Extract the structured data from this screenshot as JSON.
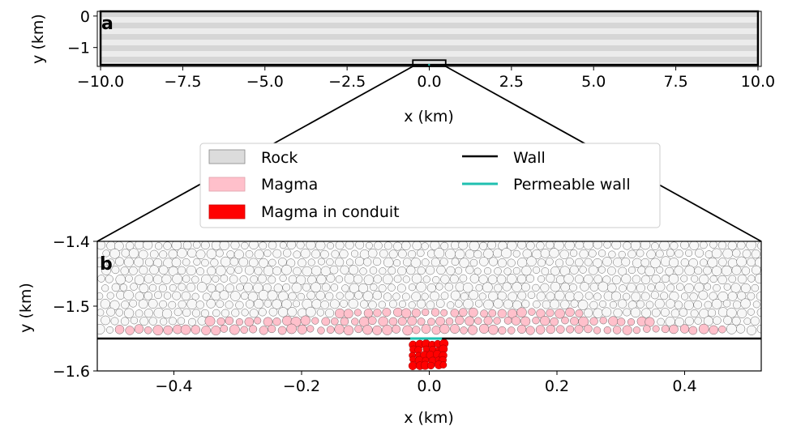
{
  "chart_data": [
    {
      "panel_label": "a",
      "type": "scatter",
      "xlabel": "x (km)",
      "ylabel": "y (km)",
      "xlim": [
        -10.1,
        10.1
      ],
      "ylim": [
        -1.6,
        0.15
      ],
      "xticks": [
        -10.0,
        -7.5,
        -5.0,
        -2.5,
        0.0,
        2.5,
        5.0,
        7.5,
        10.0
      ],
      "xtick_labels": [
        "−10.0",
        "−7.5",
        "−5.0",
        "−2.5",
        "0.0",
        "2.5",
        "5.0",
        "7.5",
        "10.0"
      ],
      "yticks": [
        0,
        -1
      ],
      "ytick_labels": [
        "0",
        "−1"
      ],
      "domain_box": {
        "x": [
          -10.0,
          10.0
        ],
        "y": [
          -1.55,
          0.15
        ]
      },
      "zoom_box": {
        "x": [
          -0.5,
          0.5
        ],
        "y": [
          -1.6,
          -1.4
        ]
      }
    },
    {
      "panel_label": "b",
      "type": "scatter",
      "xlabel": "x (km)",
      "ylabel": "y (km)",
      "xlim": [
        -0.52,
        0.52
      ],
      "ylim": [
        -1.6,
        -1.4
      ],
      "xticks": [
        -0.4,
        -0.2,
        0.0,
        0.2,
        0.4
      ],
      "xtick_labels": [
        "−0.4",
        "−0.2",
        "0.0",
        "0.2",
        "0.4"
      ],
      "yticks": [
        -1.4,
        -1.5,
        -1.6
      ],
      "ytick_labels": [
        "−1.4",
        "−1.5",
        "−1.6"
      ],
      "wall_y": -1.55,
      "permeable_wall_x": [
        -0.03,
        0.02
      ],
      "magma_layer_top": [
        [
          -0.5,
          -1.537
        ],
        [
          -0.3,
          -1.518
        ],
        [
          -0.1,
          -1.508
        ],
        [
          0.0,
          -1.504
        ],
        [
          0.2,
          -1.506
        ],
        [
          0.4,
          -1.53
        ],
        [
          0.5,
          -1.54
        ]
      ],
      "conduit": {
        "x": [
          -0.03,
          0.03
        ],
        "y": [
          -1.592,
          -1.555
        ]
      }
    }
  ],
  "legend": [
    {
      "label": "Rock",
      "kind": "patch",
      "color": "#dcdcdc"
    },
    {
      "label": "Magma",
      "kind": "patch",
      "color": "#ffc0cb"
    },
    {
      "label": "Magma in conduit",
      "kind": "patch",
      "color": "#ff0000"
    },
    {
      "label": "Wall",
      "kind": "line",
      "color": "#000000"
    },
    {
      "label": "Permeable wall",
      "kind": "line",
      "color": "#20c0b0"
    }
  ],
  "colors": {
    "rock": "#dcdcdc",
    "rock_particle": "#f7f7f7",
    "magma": "#ffc0cb",
    "conduit": "#ff0000",
    "wall": "#000000",
    "permeable_wall": "#20c0b0"
  }
}
